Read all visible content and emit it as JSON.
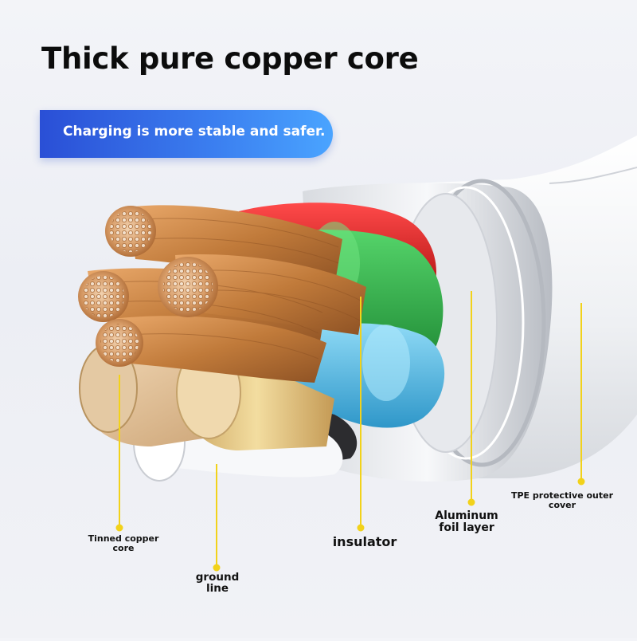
{
  "headline": "Thick pure copper core",
  "banner_text": "Charging is more stable and safer.",
  "callouts": {
    "tinned_copper_core": "Tinned copper\ncore",
    "ground_line": "ground\nline",
    "insulator": "insulator",
    "aluminum_foil_layer": "Aluminum\nfoil layer",
    "tpe_outer_cover": "TPE protective outer\ncover"
  },
  "colors": {
    "banner_start": "#2a4fd6",
    "banner_end": "#4aa4ff",
    "callout_line": "#f2d21a",
    "wire_red": "#e02a2a",
    "wire_green": "#32b24a",
    "wire_blue": "#4bb8e6",
    "copper": "#c8803f"
  }
}
